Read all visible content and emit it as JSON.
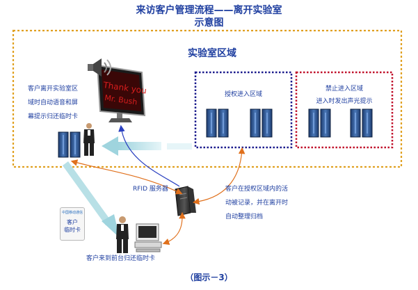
{
  "title": {
    "line1": "来访客户管理流程——离开实验室",
    "line2": "示意图"
  },
  "lab_area_label": "实验室区域",
  "authorized_zone_label": "授权进入区域",
  "forbidden_zone": {
    "line1": "禁止进入区域",
    "line2": "进入时发出声光提示"
  },
  "led_sign": {
    "line1": "Thank you",
    "line2": "Mr. Bush"
  },
  "left_note": [
    "客户离开实验室区",
    "域时自动语音和屏",
    "幕提示归还临时卡"
  ],
  "rfid_server_label": "RFID  服务器",
  "right_note": [
    "客户在授权区域内的活",
    "动被记录，并在离开时",
    "自动整理归档"
  ],
  "card": {
    "brand": "中国移动通信",
    "line1": "客户",
    "line2": "临时卡"
  },
  "bottom_note": "客户来到前台归还临时卡",
  "caption": "（图示－3）",
  "colors": {
    "title": "#1f3fa0",
    "lab_border": "#e0a020",
    "authorized_border": "#1a1a8c",
    "forbidden_border": "#c0102a",
    "orange_arrow": "#e0701c",
    "blue_arrow": "#2a40c0",
    "flow_arrow": "#b8e0e6"
  }
}
